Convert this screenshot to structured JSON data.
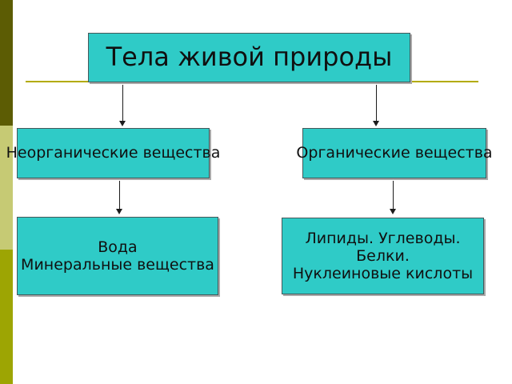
{
  "theme": {
    "background": "#ffffff",
    "box_fill": "#2fcbc7",
    "box_border": "#44585a",
    "box_shadow": "#a9a9a9",
    "text_color": "#101010",
    "arrow_color": "#1c1c1c",
    "divider_color": "#b3ab00",
    "bar_top": "#5c5c04",
    "bar_middle": "#c6ca74",
    "bar_bottom": "#9da503"
  },
  "diagram": {
    "title": "Тела живой природы",
    "level2": {
      "inorganic": "Неорганические вещества",
      "organic": "Органические вещества"
    },
    "level3": {
      "inorganic_detail": {
        "line1": "Вода",
        "line2": "Минеральные вещества"
      },
      "organic_detail": {
        "line1": "Липиды. Углеводы.",
        "line2": "Белки.",
        "line3": "Нуклеиновые кислоты"
      }
    }
  }
}
